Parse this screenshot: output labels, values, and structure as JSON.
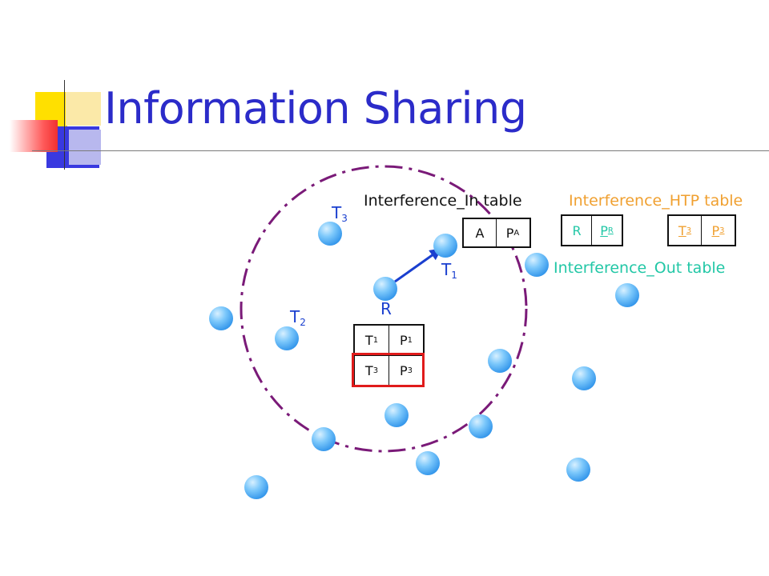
{
  "title": "Information Sharing",
  "labels": {
    "interference_in": "Interference_In table",
    "interference_htp": "Interference_HTP table",
    "interference_out": "Interference_Out table"
  },
  "nodes": {
    "T3": {
      "base": "T",
      "sub": "3"
    },
    "T2": {
      "base": "T",
      "sub": "2"
    },
    "T1": {
      "base": "T",
      "sub": "1"
    },
    "R": {
      "base": "R",
      "sub": ""
    }
  },
  "tables": {
    "in_table": {
      "col1": "A",
      "col2_base": "P",
      "col2_sub": "A"
    },
    "htp_r": {
      "col1": "R",
      "col2_base": "P",
      "col2_sub": "R"
    },
    "htp_t3": {
      "col1_base": "T",
      "col1_sub": "3",
      "col2_base": "P",
      "col2_sub": "3"
    },
    "r_table": {
      "rows": [
        {
          "t_base": "T",
          "t_sub": "1",
          "p_base": "P",
          "p_sub": "1"
        },
        {
          "t_base": "T",
          "t_sub": "3",
          "p_base": "P",
          "p_sub": "3"
        }
      ]
    }
  },
  "colors": {
    "title": "#2b2bc9",
    "node_label": "#1a3fcf",
    "interference_in_label": "#111111",
    "interference_htp_label": "#f0a030",
    "interference_out_label": "#22c7a6",
    "range_circle": "#7a1a78",
    "highlight_box": "#e01b1b",
    "link_arrow": "#1a3fcf"
  }
}
